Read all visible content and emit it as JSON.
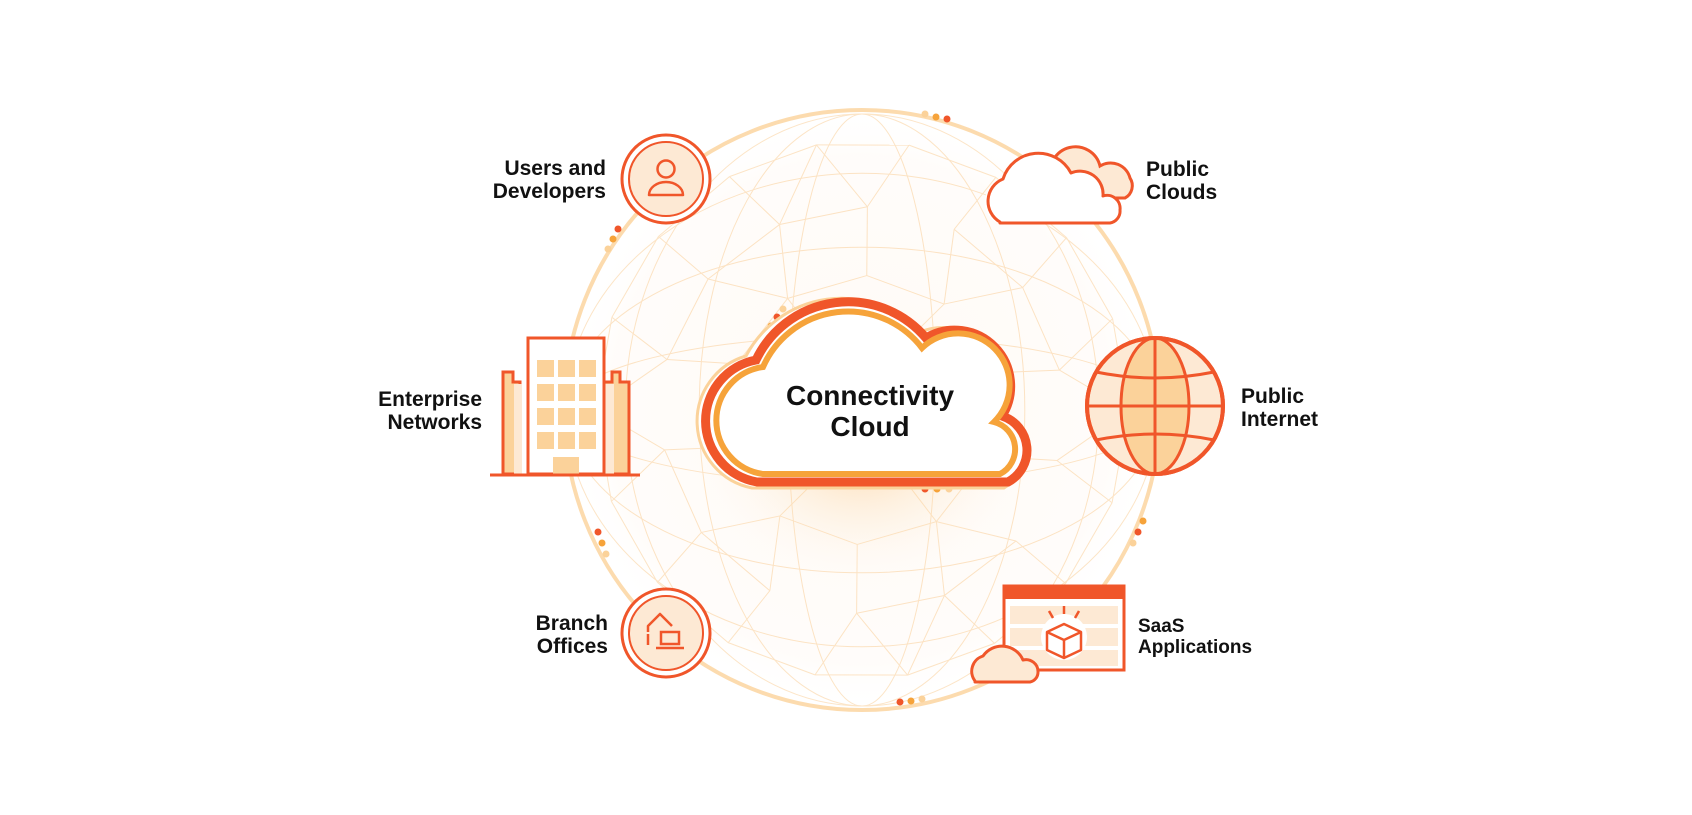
{
  "diagram": {
    "center": {
      "line1": "Connectivity",
      "line2": "Cloud"
    },
    "nodes": {
      "users": {
        "line1": "Users and",
        "line2": "Developers",
        "icon": "user-icon"
      },
      "enterprise": {
        "line1": "Enterprise",
        "line2": "Networks",
        "icon": "office-building-icon"
      },
      "branch": {
        "line1": "Branch",
        "line2": "Offices",
        "icon": "home-laptop-icon"
      },
      "public_clouds": {
        "line1": "Public",
        "line2": "Clouds",
        "icon": "cloud-icon"
      },
      "public_internet": {
        "line1": "Public",
        "line2": "Internet",
        "icon": "globe-icon"
      },
      "saas": {
        "line1": "SaaS",
        "line2": "Applications",
        "icon": "app-window-box-icon"
      }
    },
    "colors": {
      "primary": "#f0562a",
      "secondary": "#f6a33a",
      "light": "#fbd29a",
      "pale": "#fde9d4",
      "text": "#111111"
    }
  }
}
